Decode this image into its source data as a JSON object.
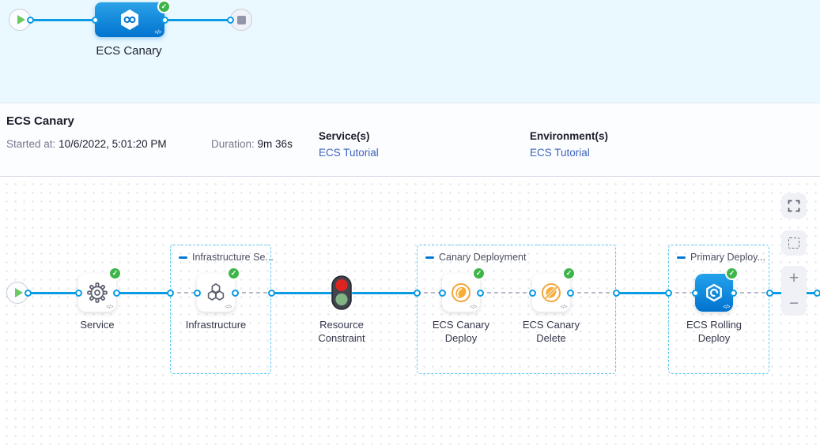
{
  "top_bar": {
    "pipeline_node_label": "ECS Canary",
    "code_icon": "</>"
  },
  "summary": {
    "title": "ECS Canary",
    "started_label": "Started at:",
    "started_value": "10/6/2022, 5:01:20 PM",
    "duration_label": "Duration:",
    "duration_value": "9m 36s",
    "services_label": "Service(s)",
    "services_value": "ECS Tutorial",
    "environments_label": "Environment(s)",
    "environments_value": "ECS Tutorial"
  },
  "graph": {
    "code_icon": "</>",
    "groups": [
      {
        "title": "Infrastructure Se..."
      },
      {
        "title": "Canary Deployment"
      },
      {
        "title": "Primary Deploy..."
      }
    ],
    "nodes": [
      {
        "label": "Service",
        "icon": "gear-icon",
        "status": "success"
      },
      {
        "label": "Infrastructure",
        "icon": "hexagon-cluster-icon",
        "status": "success"
      },
      {
        "label": "Resource Constraint",
        "icon": "traffic-light-icon",
        "status": "none"
      },
      {
        "label": "ECS Canary Deploy",
        "icon": "canary-icon",
        "status": "success"
      },
      {
        "label": "ECS Canary Delete",
        "icon": "canary-delete-icon",
        "status": "success"
      },
      {
        "label": "ECS Rolling Deploy",
        "icon": "ecs-icon",
        "status": "success"
      }
    ]
  },
  "controls": {
    "zoom_in": "+",
    "zoom_out": "−"
  },
  "colors": {
    "accent_blue": "#0a9be4",
    "node_blue": "#0173cf",
    "success_green": "#3eb549",
    "canary_amber": "#f2a63d",
    "link_blue": "#3c63bd",
    "banner_bg": "#eaf9ff",
    "group_border": "#62cbf0"
  }
}
